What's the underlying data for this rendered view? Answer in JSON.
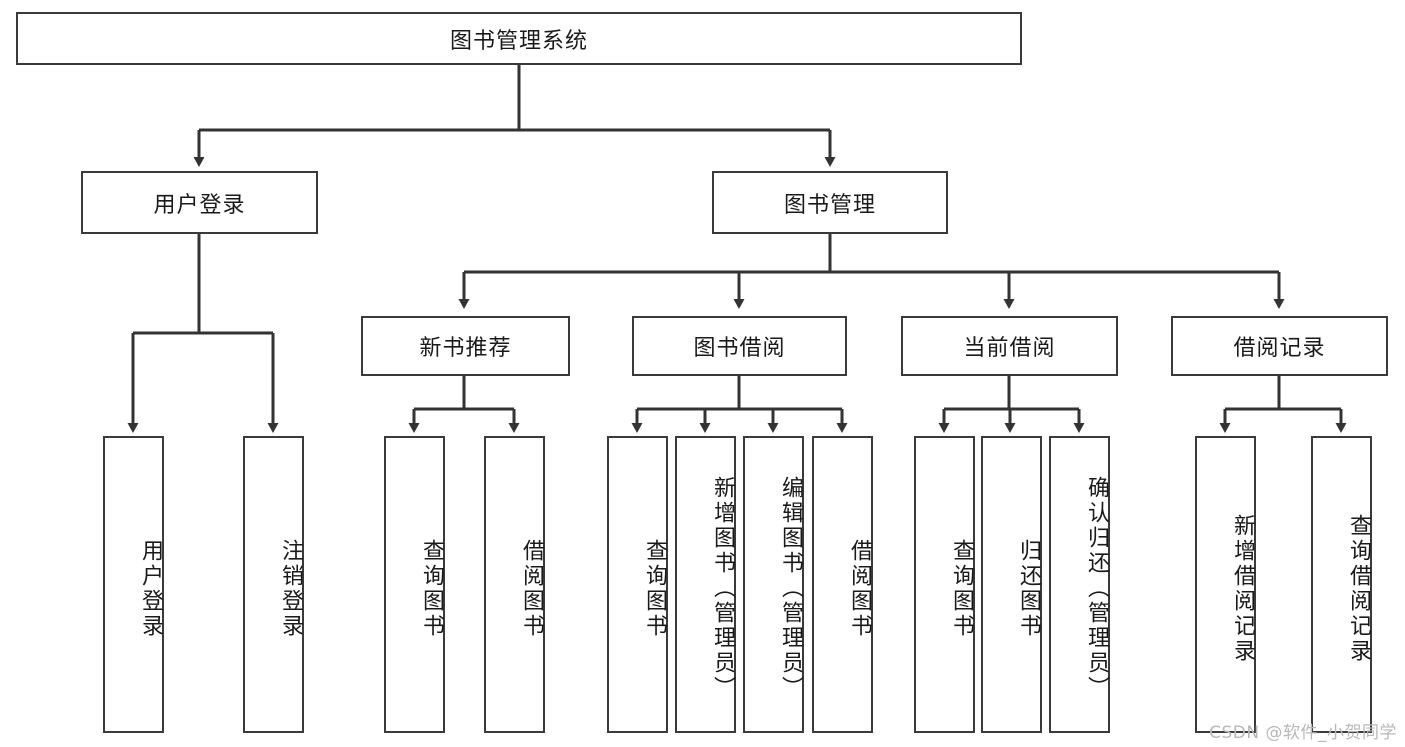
{
  "diagram": {
    "type": "tree-hierarchy",
    "title": "图书管理系统",
    "root": {
      "label": "图书管理系统"
    },
    "level2": [
      {
        "label": "用户登录"
      },
      {
        "label": "图书管理"
      }
    ],
    "level3": [
      {
        "label": "新书推荐"
      },
      {
        "label": "图书借阅"
      },
      {
        "label": "当前借阅"
      },
      {
        "label": "借阅记录"
      }
    ],
    "leaves": {
      "user_login": [
        {
          "label": "用户登录"
        },
        {
          "label": "注销登录"
        }
      ],
      "new_book_recommend": [
        {
          "label": "查询图书"
        },
        {
          "label": "借阅图书"
        }
      ],
      "book_borrow": [
        {
          "label": "查询图书"
        },
        {
          "label": "新增图书（管理员）"
        },
        {
          "label": "编辑图书（管理员）"
        },
        {
          "label": "借阅图书"
        }
      ],
      "current_borrow": [
        {
          "label": "查询图书"
        },
        {
          "label": "归还图书"
        },
        {
          "label": "确认归还（管理员）"
        }
      ],
      "borrow_record": [
        {
          "label": "新增借阅记录"
        },
        {
          "label": "查询借阅记录"
        }
      ]
    },
    "colors": {
      "box_border": "#3a3a3a",
      "box_fill": "#ffffff",
      "connector": "#333333",
      "text": "#1a1a1a",
      "watermark": "#b8b8b8"
    }
  },
  "watermark": {
    "text": "CSDN @软件_小贺同学"
  }
}
